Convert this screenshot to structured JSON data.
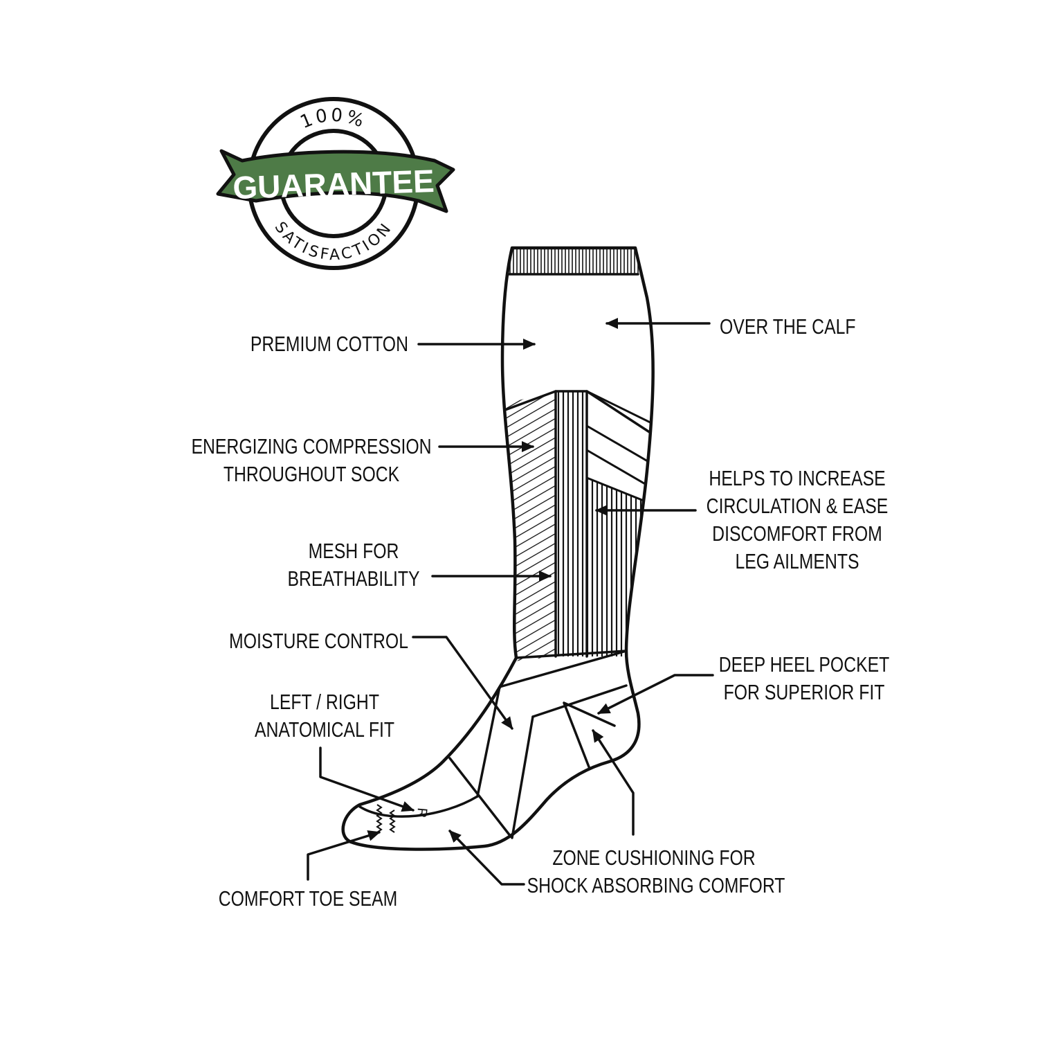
{
  "badge": {
    "top_text": "100%",
    "main_text": "GUARANTEE",
    "bottom_text": "SATISFACTION",
    "ribbon_color": "#4e7b47"
  },
  "labels": {
    "premium_cotton": "PREMIUM COTTON",
    "over_the_calf": "OVER THE CALF",
    "energizing": [
      "ENERGIZING COMPRESSION",
      "THROUGHOUT SOCK"
    ],
    "circulation": [
      "HELPS TO INCREASE",
      "CIRCULATION & EASE",
      "DISCOMFORT FROM",
      "LEG AILMENTS"
    ],
    "mesh": [
      "MESH FOR",
      "BREATHABILITY"
    ],
    "moisture": "MOISTURE CONTROL",
    "left_right": [
      "LEFT / RIGHT",
      "ANATOMICAL FIT"
    ],
    "heel": [
      "DEEP HEEL POCKET",
      "FOR SUPERIOR FIT"
    ],
    "cushioning": [
      "ZONE CUSHIONING FOR",
      "SHOCK ABSORBING COMFORT"
    ],
    "toe_seam": "COMFORT TOE SEAM"
  },
  "sock_mark": "R"
}
